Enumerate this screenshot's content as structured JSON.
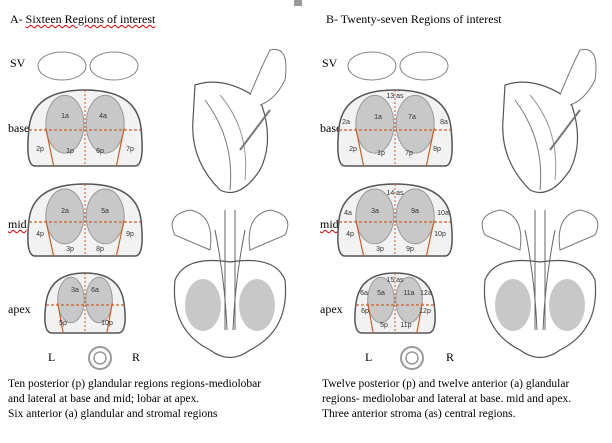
{
  "panel_a": {
    "title": "A- Sixteen Regions of interest",
    "title_underlined": "Sixteen Regions of interest",
    "title_prefix": "A- ",
    "row_labels": {
      "sv": "SV",
      "base": "base",
      "mid": "mid",
      "apex": "apex"
    },
    "left_label": "L",
    "right_label": "R",
    "base_regions": [
      "1a",
      "4a",
      "2p",
      "1p",
      "6p",
      "7p"
    ],
    "mid_regions": [
      "2a",
      "5a",
      "4p",
      "3p",
      "8p",
      "9p"
    ],
    "apex_regions": [
      "3a",
      "6a",
      "5p",
      "10p"
    ],
    "caption": [
      "Ten posterior (p) glandular regions regions-mediolobar",
      "and lateral at base and mid; lobar at apex.",
      "Six anterior (a) glandular and stromal regions"
    ]
  },
  "panel_b": {
    "title": "B- Twenty-seven Regions of interest",
    "row_labels": {
      "sv": "SV",
      "base": "base",
      "mid": "mid",
      "apex": "apex"
    },
    "left_label": "L",
    "right_label": "R",
    "base_regions": [
      "13 as",
      "1a",
      "7a",
      "2a",
      "8a",
      "2p",
      "1p",
      "7p",
      "8p"
    ],
    "mid_regions": [
      "14 as",
      "3a",
      "9a",
      "4a",
      "10a",
      "4p",
      "3p",
      "9p",
      "10p"
    ],
    "apex_regions": [
      "15 as",
      "6a",
      "5a",
      "11a",
      "12a",
      "6p",
      "5p",
      "11p",
      "12p"
    ],
    "caption": [
      "Twelve posterior (p) and twelve anterior (a) glandular",
      "regions- mediolobar and lateral at base. mid and apex.",
      "Three anterior stroma (as) central regions."
    ]
  },
  "colors": {
    "gland": "#c8c8c8",
    "division": "#c8602a",
    "outline": "#555555",
    "fill": "#f2f2f2"
  }
}
